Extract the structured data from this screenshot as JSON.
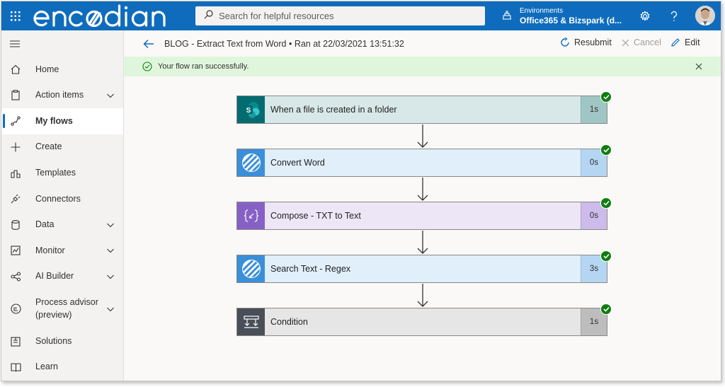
{
  "app": {
    "logo_text": "enc//dian",
    "search_placeholder": "Search for helpful resources",
    "env_label": "Environments",
    "env_value": "Office365 & Bizspark (d..."
  },
  "sidebar": {
    "items": [
      {
        "label": "Home",
        "icon": "home-icon"
      },
      {
        "label": "Action items",
        "icon": "clipboard-icon",
        "expandable": true
      },
      {
        "label": "My flows",
        "icon": "flow-icon",
        "active": true
      },
      {
        "label": "Create",
        "icon": "plus-icon"
      },
      {
        "label": "Templates",
        "icon": "templates-icon"
      },
      {
        "label": "Connectors",
        "icon": "plug-icon"
      },
      {
        "label": "Data",
        "icon": "database-icon",
        "expandable": true
      },
      {
        "label": "Monitor",
        "icon": "monitor-icon",
        "expandable": true
      },
      {
        "label": "AI Builder",
        "icon": "ai-builder-icon",
        "expandable": true
      },
      {
        "label": "Process advisor (preview)",
        "icon": "process-advisor-icon",
        "expandable": true
      },
      {
        "label": "Solutions",
        "icon": "solutions-icon"
      },
      {
        "label": "Learn",
        "icon": "book-icon"
      }
    ]
  },
  "header": {
    "flow_title": "BLOG - Extract Text from Word • Ran at 22/03/2021 13:51:32",
    "resubmit_label": "Resubmit",
    "cancel_label": "Cancel",
    "edit_label": "Edit"
  },
  "banner": {
    "message": "Your flow ran successfully."
  },
  "flow": {
    "steps": [
      {
        "title": "When a file is created in a folder",
        "duration": "1s",
        "icon": "sharepoint-icon",
        "icon_bg": "#036c70",
        "body_bg": "#d8e8e8",
        "dur_bg": "#9fc6c4",
        "status": "succeeded"
      },
      {
        "title": "Convert Word",
        "duration": "0s",
        "icon": "encodian-icon",
        "icon_bg": "#3a8fd8",
        "body_bg": "#e0effa",
        "dur_bg": "#b5d6f2",
        "status": "succeeded"
      },
      {
        "title": "Compose - TXT to Text",
        "duration": "0s",
        "icon": "compose-icon",
        "icon_bg": "#8661c5",
        "body_bg": "#ece6f7",
        "dur_bg": "#cdbbeb",
        "status": "succeeded"
      },
      {
        "title": "Search Text - Regex",
        "duration": "3s",
        "icon": "encodian-icon",
        "icon_bg": "#3a8fd8",
        "body_bg": "#e0effa",
        "dur_bg": "#b5d6f2",
        "status": "succeeded"
      },
      {
        "title": "Condition",
        "duration": "1s",
        "icon": "condition-icon",
        "icon_bg": "#484f58",
        "body_bg": "#e6e6e6",
        "dur_bg": "#bdbdbd",
        "status": "succeeded"
      }
    ]
  },
  "colors": {
    "brand": "#0f6cbd",
    "success": "#107c10",
    "banner_bg": "#dff6dd"
  }
}
